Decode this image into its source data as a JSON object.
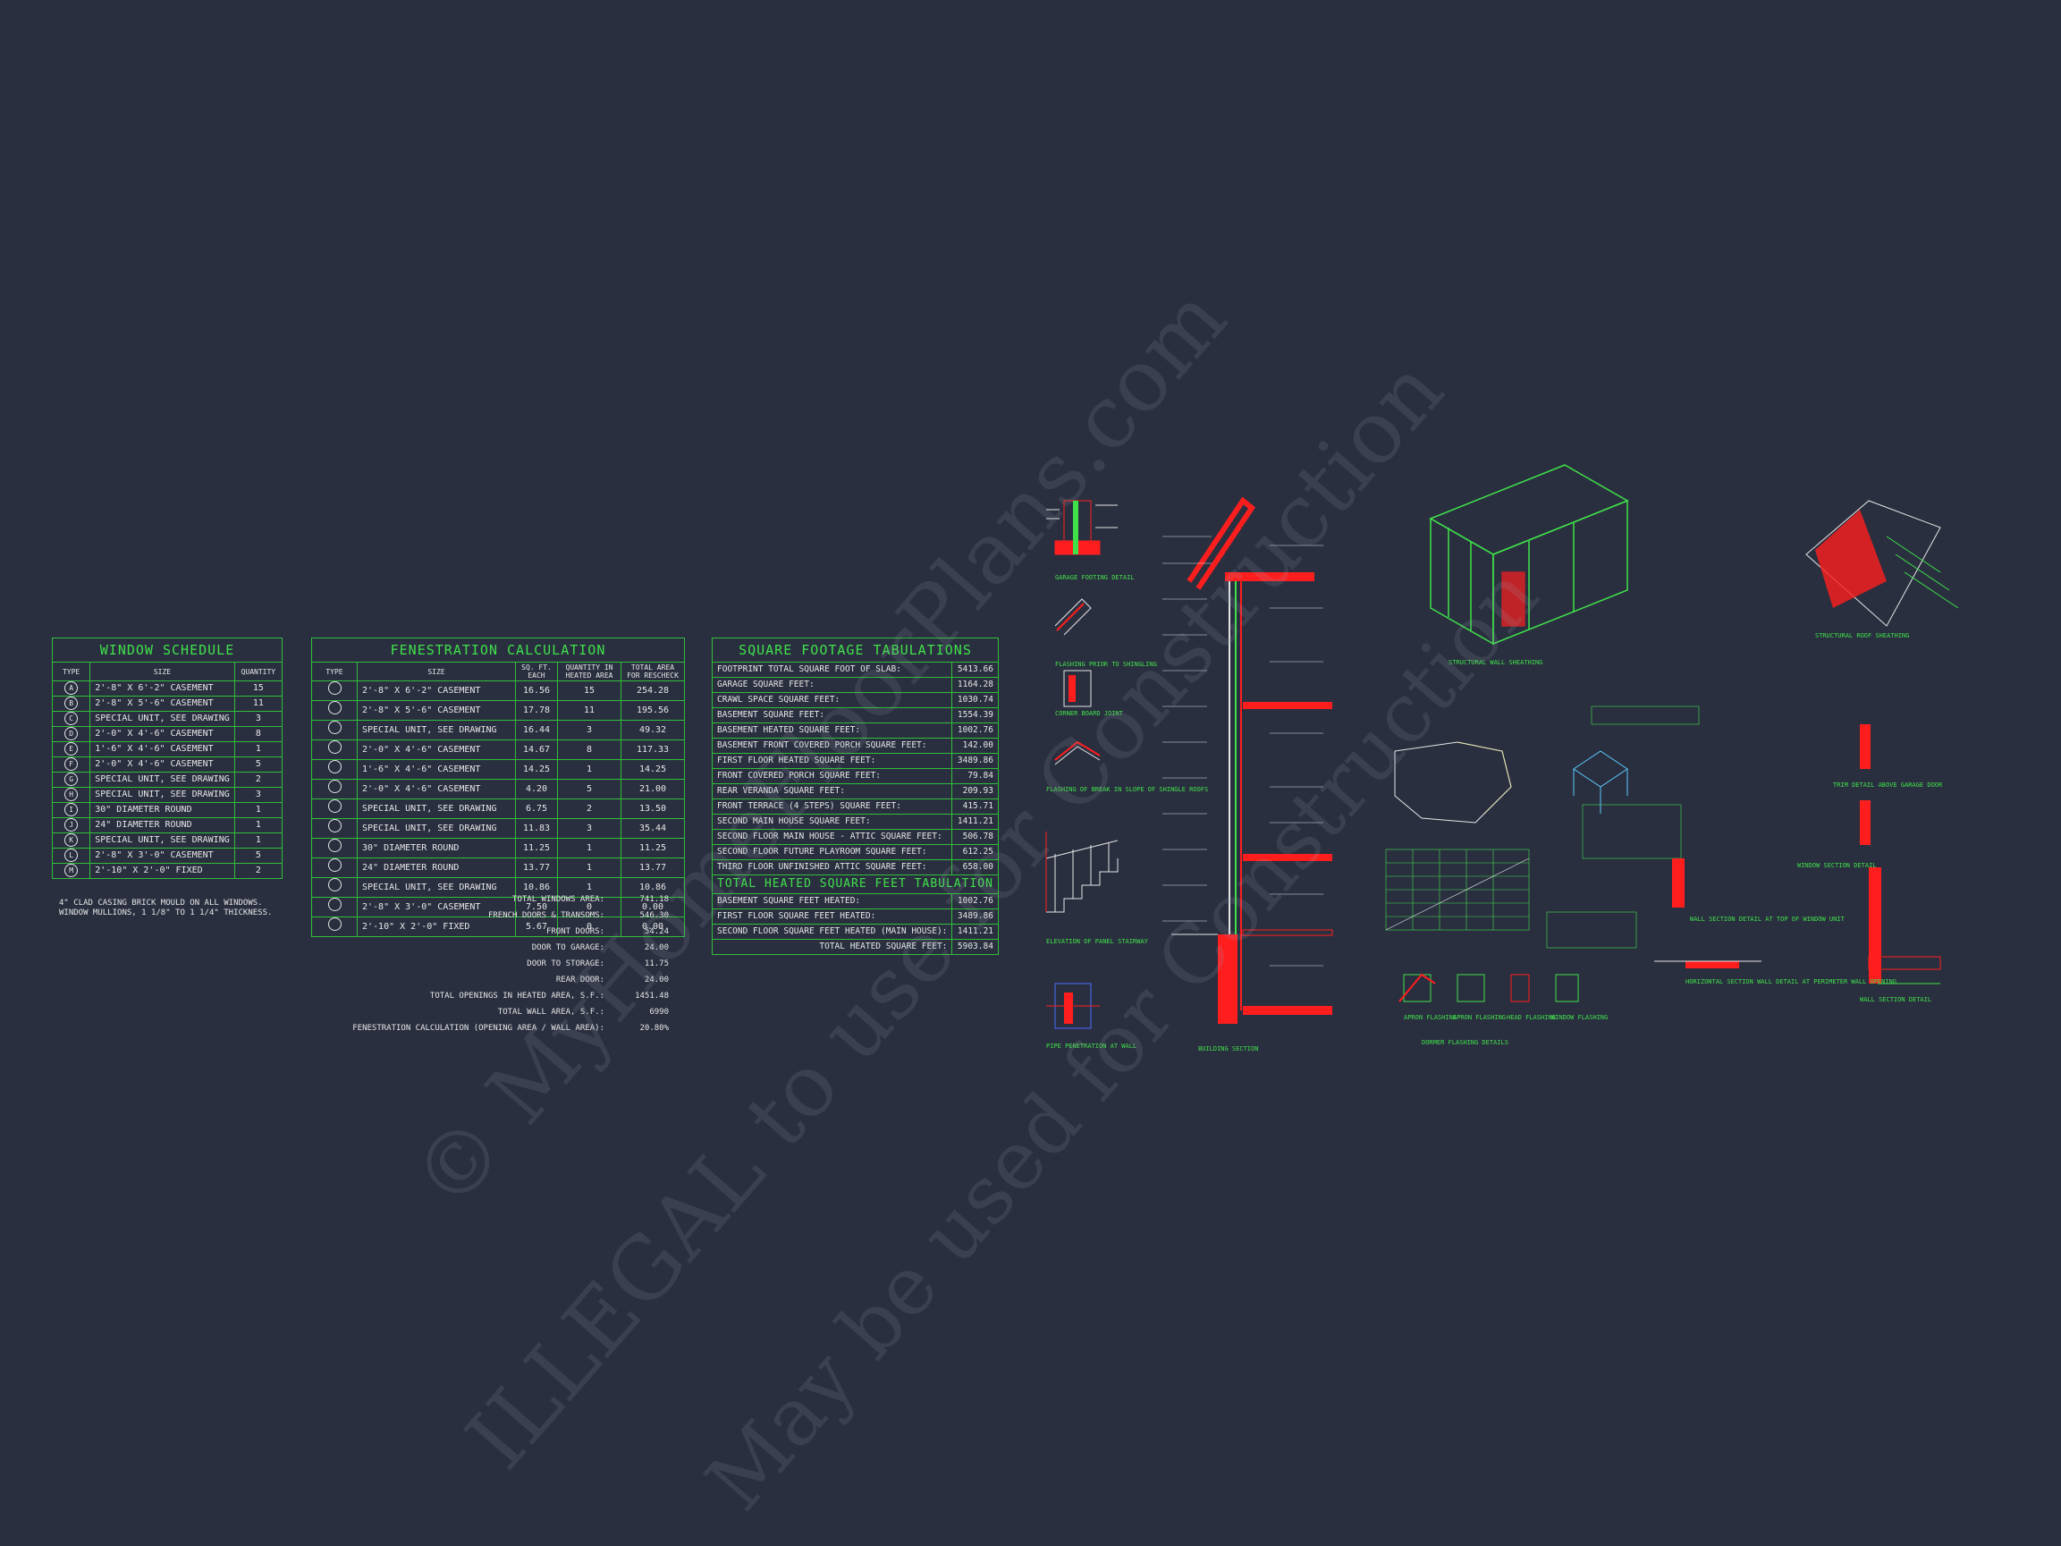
{
  "window_schedule": {
    "title": "WINDOW SCHEDULE",
    "headers": [
      "TYPE",
      "SIZE",
      "QUANTITY"
    ],
    "rows": [
      {
        "type": "A",
        "size": "2'-8\" x 6'-2\" CASEMENT",
        "qty": "15"
      },
      {
        "type": "B",
        "size": "2'-8\" x 5'-6\" CASEMENT",
        "qty": "11"
      },
      {
        "type": "C",
        "size": "SPECIAL UNIT, SEE DRAWING",
        "qty": "3"
      },
      {
        "type": "D",
        "size": "2'-0\" x 4'-6\" CASEMENT",
        "qty": "8"
      },
      {
        "type": "E",
        "size": "1'-6\" x 4'-6\" CASEMENT",
        "qty": "1"
      },
      {
        "type": "F",
        "size": "2'-0\" x 4'-6\" CASEMENT",
        "qty": "5"
      },
      {
        "type": "G",
        "size": "SPECIAL UNIT, SEE DRAWING",
        "qty": "2"
      },
      {
        "type": "H",
        "size": "SPECIAL UNIT, SEE DRAWING",
        "qty": "3"
      },
      {
        "type": "I",
        "size": "30\" DIAMETER ROUND",
        "qty": "1"
      },
      {
        "type": "J",
        "size": "24\" DIAMETER ROUND",
        "qty": "1"
      },
      {
        "type": "K",
        "size": "SPECIAL UNIT, SEE DRAWING",
        "qty": "1"
      },
      {
        "type": "L",
        "size": "2'-8\" x 3'-0\" CASEMENT",
        "qty": "5"
      },
      {
        "type": "M",
        "size": "2'-10\" x 2'-0\" FIXED",
        "qty": "2"
      }
    ],
    "note": "4\" CLAD CASING BRICK MOULD ON ALL WINDOWS. WINDOW MULLIONS, 1 1/8\" TO 1 1/4\" THICKNESS."
  },
  "fenestration": {
    "title": "FENESTRATION CALCULATION",
    "headers": [
      "TYPE",
      "SIZE",
      "SQ. FT. EACH",
      "QUANTITY IN HEATED AREA",
      "TOTAL AREA FOR RESCHECK"
    ],
    "rows": [
      {
        "size": "2'-8\" x 6'-2\" CASEMENT",
        "each": "16.56",
        "qty": "15",
        "total": "254.28"
      },
      {
        "size": "2'-8\" x 5'-6\" CASEMENT",
        "each": "17.78",
        "qty": "11",
        "total": "195.56"
      },
      {
        "size": "SPECIAL UNIT, SEE DRAWING",
        "each": "16.44",
        "qty": "3",
        "total": "49.32"
      },
      {
        "size": "2'-0\" x 4'-6\" CASEMENT",
        "each": "14.67",
        "qty": "8",
        "total": "117.33"
      },
      {
        "size": "1'-6\" x 4'-6\" CASEMENT",
        "each": "14.25",
        "qty": "1",
        "total": "14.25"
      },
      {
        "size": "2'-0\" x 4'-6\" CASEMENT",
        "each": "4.20",
        "qty": "5",
        "total": "21.00"
      },
      {
        "size": "SPECIAL UNIT, SEE DRAWING",
        "each": "6.75",
        "qty": "2",
        "total": "13.50"
      },
      {
        "size": "SPECIAL UNIT, SEE DRAWING",
        "each": "11.83",
        "qty": "3",
        "total": "35.44"
      },
      {
        "size": "30\" DIAMETER ROUND",
        "each": "11.25",
        "qty": "1",
        "total": "11.25"
      },
      {
        "size": "24\" DIAMETER ROUND",
        "each": "13.77",
        "qty": "1",
        "total": "13.77"
      },
      {
        "size": "SPECIAL UNIT, SEE DRAWING",
        "each": "10.86",
        "qty": "1",
        "total": "10.86"
      },
      {
        "size": "2'-8\" x 3'-0\" CASEMENT",
        "each": "7.50",
        "qty": "0",
        "total": "0.00"
      },
      {
        "size": "2'-10\" x 2'-0\" FIXED",
        "each": "5.67",
        "qty": "0",
        "total": "0.00"
      }
    ],
    "totals": [
      {
        "label": "TOTAL WINDOWS AREA:",
        "value": "741.18"
      },
      {
        "label": "FRENCH DOORS & TRANSOMS:",
        "value": "546.30"
      },
      {
        "label": "FRONT DOORS:",
        "value": "54.24"
      },
      {
        "label": "DOOR TO GARAGE:",
        "value": "24.00"
      },
      {
        "label": "DOOR TO STORAGE:",
        "value": "11.75"
      },
      {
        "label": "REAR DOOR:",
        "value": "24.00"
      },
      {
        "label": "TOTAL OPENINGS IN HEATED AREA, S.F.:",
        "value": "1451.48"
      },
      {
        "label": "TOTAL WALL AREA, S.F.:",
        "value": "6990"
      },
      {
        "label": "FENESTRATION CALCULATION (OPENING AREA / WALL AREA):",
        "value": "20.80%"
      }
    ]
  },
  "square_footage": {
    "title": "SQUARE FOOTAGE TABULATIONS",
    "rows": [
      {
        "label": "FOOTPRINT TOTAL SQUARE FOOT OF SLAB:",
        "value": "5413.66"
      },
      {
        "label": "GARAGE SQUARE FEET:",
        "value": "1164.28"
      },
      {
        "label": "CRAWL SPACE SQUARE FEET:",
        "value": "1030.74"
      },
      {
        "label": "BASEMENT SQUARE FEET:",
        "value": "1554.39"
      },
      {
        "label": "BASEMENT HEATED SQUARE FEET:",
        "value": "1002.76"
      },
      {
        "label": "BASEMENT FRONT COVERED PORCH SQUARE FEET:",
        "value": "142.00"
      },
      {
        "label": "FIRST FLOOR HEATED SQUARE FEET:",
        "value": "3489.86"
      },
      {
        "label": "FRONT COVERED PORCH SQUARE FEET:",
        "value": "79.84"
      },
      {
        "label": "REAR VERANDA SQUARE FEET:",
        "value": "209.93"
      },
      {
        "label": "FRONT TERRACE (4 STEPS) SQUARE FEET:",
        "value": "415.71"
      },
      {
        "label": "SECOND MAIN HOUSE SQUARE FEET:",
        "value": "1411.21"
      },
      {
        "label": "SECOND FLOOR MAIN HOUSE - ATTIC SQUARE FEET:",
        "value": "506.78"
      },
      {
        "label": "SECOND FLOOR FUTURE PLAYROOM SQUARE FEET:",
        "value": "612.25"
      },
      {
        "label": "THIRD FLOOR UNFINISHED ATTIC SQUARE FEET:",
        "value": "658.00"
      }
    ],
    "heated_title": "TOTAL HEATED SQUARE FEET TABULATION",
    "heated_rows": [
      {
        "label": "BASEMENT SQUARE FEET HEATED:",
        "value": "1002.76"
      },
      {
        "label": "FIRST FLOOR SQUARE FEET HEATED:",
        "value": "3489.86"
      },
      {
        "label": "SECOND FLOOR SQUARE FEET HEATED (MAIN HOUSE):",
        "value": "1411.21"
      },
      {
        "label": "TOTAL HEATED SQUARE FEET:",
        "value": "5903.84"
      }
    ]
  },
  "detail_captions": [
    "GARAGE FOOTING DETAIL",
    "FLASHING PRIOR TO SHINGLING",
    "CORNER BOARD JOINT",
    "FLASHING OF BREAK IN SLOPE OF SHINGLE ROOFS",
    "ELEVATION OF PANEL STAIRWAY",
    "PIPE PENETRATION AT WALL",
    "BUILDING SECTION",
    "STRUCTURAL WALL SHEATHING",
    "STRUCTURAL ROOF SHEATHING",
    "DORMER FLASHING DETAILS",
    "APRON FLASHING",
    "APRON FLASHING",
    "HEAD FLASHING",
    "WINDOW FLASHING",
    "TRIM DETAIL ABOVE GARAGE DOOR",
    "WINDOW SECTION DETAIL",
    "WALL SECTION DETAIL AT TOP OF WINDOW UNIT",
    "HORIZONTAL SECTION WALL DETAIL AT PERIMETER WALL OPENING",
    "WALL SECTION DETAIL"
  ],
  "watermark": {
    "line1": "© MyHomeFloorPlans.com",
    "line2": "ILLEGAL to use for Construction",
    "line3": "May be used for Construction"
  },
  "colors": {
    "background": "#2a2f3f",
    "table_line": "#2fbf3a",
    "title_green": "#3fe04a",
    "detail_red": "#ff1e1e"
  }
}
